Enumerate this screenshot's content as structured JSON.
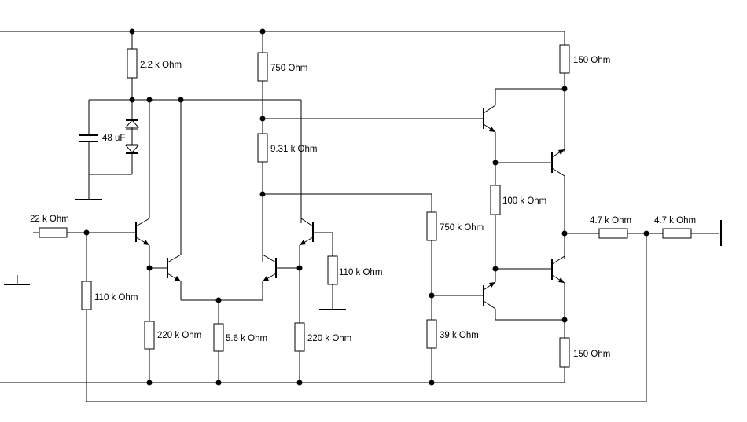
{
  "labels": {
    "r_2k2": "2.2 k Ohm",
    "r_750_top": "750  Ohm",
    "r_150_top": "150  Ohm",
    "c_48uf": "48 uF",
    "r_931k": "9.31 k Ohm",
    "r_22k": "22 k Ohm",
    "r_110k_in": "110 k Ohm",
    "r_220k_left": "220 k Ohm",
    "r_56k": "5.6 k Ohm",
    "r_220k_right": "220 k Ohm",
    "r_110k_right": "110 k Ohm",
    "r_750_mid": "750 k Ohm",
    "r_39k": "39 k Ohm",
    "r_100k": "100 k Ohm",
    "r_47k_a": "4.7 k Ohm",
    "r_47k_b": "4.7 k Ohm",
    "r_150_bot": "150  Ohm"
  }
}
